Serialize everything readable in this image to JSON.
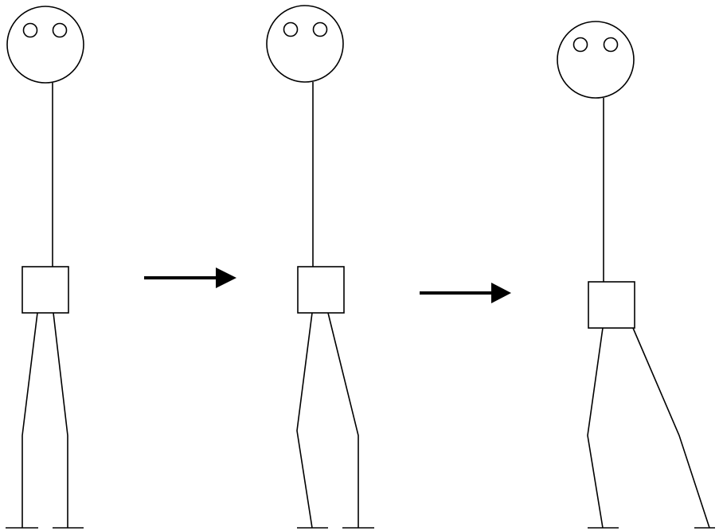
{
  "diagram": {
    "line_color": "#000000",
    "background_color": "#ffffff",
    "figures": [
      {
        "id": "figure-1",
        "stance": "standing"
      },
      {
        "id": "figure-2",
        "stance": "knee-bending"
      },
      {
        "id": "figure-3",
        "stance": "stepping"
      }
    ],
    "arrows": [
      {
        "id": "arrow-1",
        "direction": "right"
      },
      {
        "id": "arrow-2",
        "direction": "right"
      }
    ]
  }
}
